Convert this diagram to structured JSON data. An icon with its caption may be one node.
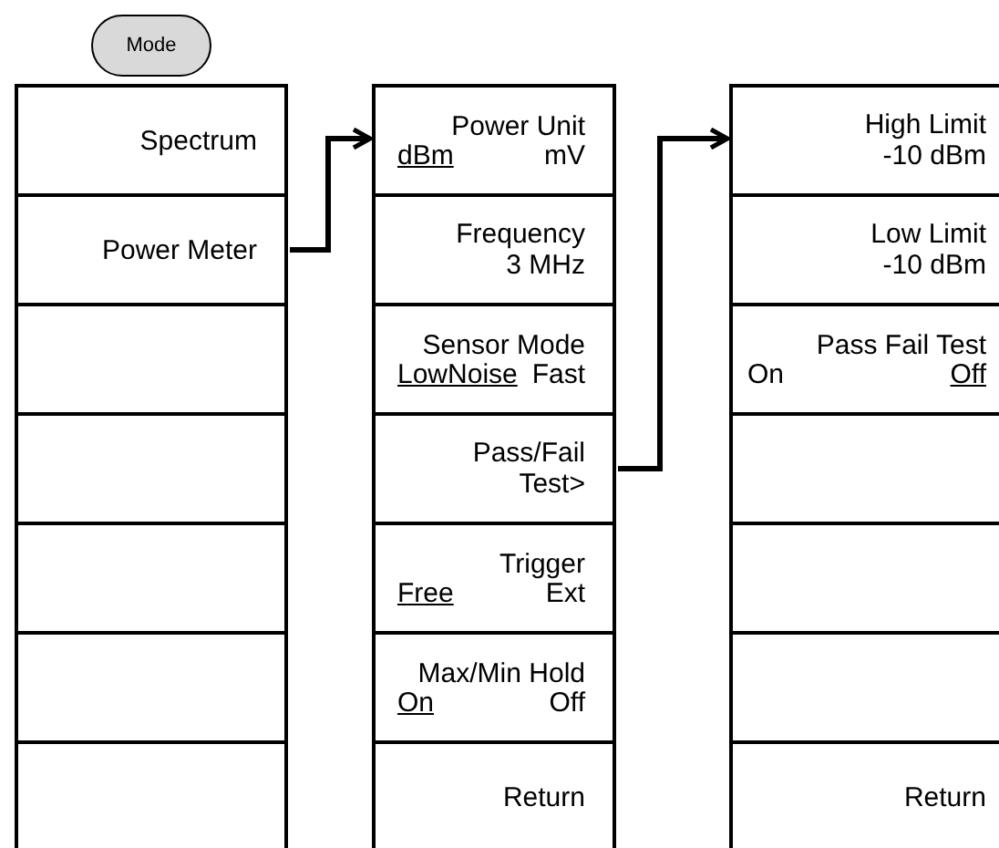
{
  "diagram": {
    "nodes": [
      {
        "text": [
          "Mode"
        ]
      },
      {
        "text": [
          "Spectrum"
        ]
      },
      {
        "text": [
          "Power Meter"
        ]
      },
      {
        "text": [],
        "shape": "box"
      },
      {
        "text": [],
        "shape": "box"
      },
      {
        "text": [],
        "shape": "box"
      },
      {
        "text": [],
        "shape": "box"
      },
      {
        "text": [],
        "shape": "box"
      },
      {
        "text": [
          "Power Unit",
          "dBm",
          "mV"
        ]
      },
      {
        "text": [
          "Frequency",
          "3 MHz"
        ]
      },
      {
        "text": [
          "Sensor Mode",
          "LowNoise",
          "Fast"
        ]
      },
      {
        "text": [
          "Pass/Fail Test>"
        ]
      },
      {
        "text": [
          "Trigger",
          "Free",
          "Ext"
        ]
      },
      {
        "text": [
          "Max/Min Hold",
          "On",
          "Off"
        ]
      },
      {
        "text": [
          "Return"
        ]
      },
      {
        "text": [
          "High Limit",
          "-10 dBm"
        ]
      },
      {
        "text": [
          "Low Limit",
          "-10 dBm"
        ]
      },
      {
        "text": [
          "Pass Fail Test",
          "On",
          "Off"
        ]
      },
      {
        "text": [],
        "shape": "box"
      },
      {
        "text": [],
        "shape": "box"
      },
      {
        "text": [],
        "shape": "box"
      },
      {
        "text": [
          "Return"
        ]
      }
    ],
    "edges": [
      {
        "from": 2,
        "to": 8,
        "arrow": "to"
      },
      {
        "from": 11,
        "to": 15,
        "arrow": "to"
      }
    ]
  }
}
